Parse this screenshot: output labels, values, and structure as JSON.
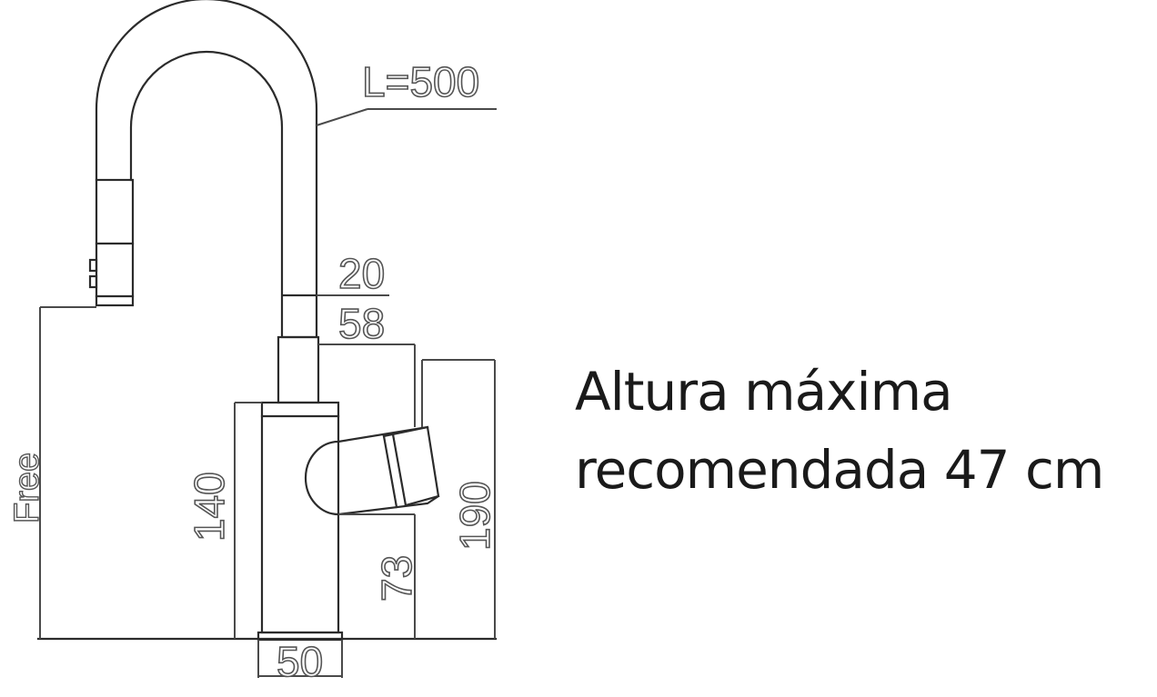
{
  "diagram": {
    "hose_length_label": "L=500",
    "spout_diameter_label": "20",
    "spout_offset_label": "58",
    "body_height_label": "140",
    "total_height_label": "190",
    "handle_height_label": "73",
    "base_width_label": "50",
    "free_label": "Free"
  },
  "note": {
    "line1": "Altura máxima",
    "line2": "recomendada 47 cm"
  },
  "colors": {
    "line": "#2b2b2b",
    "dimension_text": "#555555",
    "note_text": "#1a1a1a"
  }
}
